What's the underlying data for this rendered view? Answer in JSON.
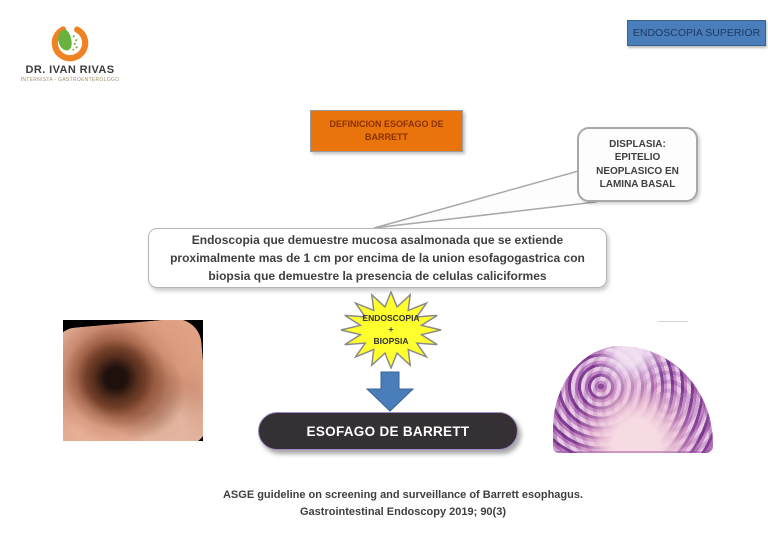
{
  "brand": {
    "name": "DR. IVAN RIVAS",
    "tagline": "INTERNISTA - GASTROENTEROLOGO",
    "logo_icon": "stomach-logo-icon",
    "logo_green": "#6ab23e",
    "logo_orange": "#ef8222"
  },
  "header": {
    "nav_button_label": "ENDOSCOPIA SUPERIOR",
    "nav_button_background": "#4a7ebb",
    "nav_button_text_color": "#1f3864"
  },
  "definition_title": {
    "lines": [
      "DEFINICION ESOFAGO DE",
      "BARRETT"
    ],
    "background": "#e8740b",
    "text_color": "#8c3000"
  },
  "dysplasia_callout": {
    "lines": [
      "DISPLASIA:",
      "EPITELIO",
      "NEOPLASICO EN",
      "LAMINA BASAL"
    ]
  },
  "definition_box": {
    "lines": [
      "Endoscopia que demuestre mucosa asalmonada que se extiende",
      "proximalmente mas de 1 cm por encima de la union esofagogastrica con",
      "biopsia que demuestre  la presencia de celulas caliciformes"
    ]
  },
  "method_star": {
    "lines": [
      "ENDOSCOPIA",
      "+",
      "BIOPSIA"
    ],
    "background": "#ffff2e"
  },
  "result_pill": {
    "label": "ESOFAGO DE BARRETT",
    "background": "#343034",
    "text_color": "#ffffff"
  },
  "figures": {
    "left_figure": "endoscopy-photo",
    "right_figure": "histology-photo"
  },
  "arrow": {
    "icon": "down-arrow-icon",
    "color": "#4a7ebb"
  },
  "citation": {
    "lines": [
      "ASGE  guideline on screening and surveillance of Barrett esophagus.",
      "Gastrointestinal Endoscopy 2019; 90(3)"
    ]
  }
}
